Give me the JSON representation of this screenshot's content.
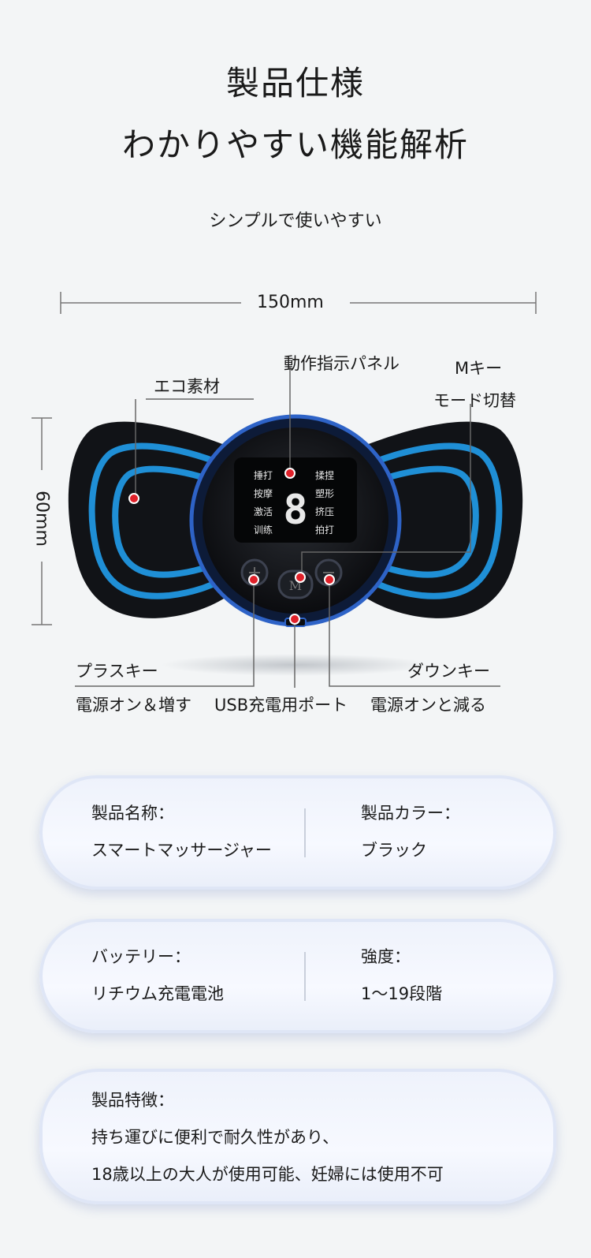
{
  "header": {
    "title_line1": "製品仕様",
    "title_line2": "わかりやすい機能解析",
    "subtitle": "シンプルで使いやすい"
  },
  "dimensions": {
    "width": "150mm",
    "height": "60mm"
  },
  "callouts": {
    "eco_material": "エコ素材",
    "panel": "動作指示パネル",
    "m_key": "Mキー",
    "mode_switch": "モード切替",
    "plus_key": "プラスキー",
    "plus_desc": "電源オン＆増す",
    "usb": "USB充電用ポート",
    "down_key": "ダウンキー",
    "down_desc": "電源オンと減る"
  },
  "display": {
    "left_modes": [
      "捶打",
      "按摩",
      "激活",
      "训练"
    ],
    "right_modes": [
      "揉捏",
      "塑形",
      "挤压",
      "拍打"
    ],
    "digit": "8",
    "m_button": "M"
  },
  "specs": [
    {
      "left": {
        "label": "製品名称：",
        "value": "スマートマッサージャー"
      },
      "right": {
        "label": "製品カラー：",
        "value": "ブラック"
      }
    },
    {
      "left": {
        "label": "バッテリー：",
        "value": "リチウム充電電池"
      },
      "right": {
        "label": "強度：",
        "value": "1～19段階"
      }
    }
  ],
  "features": {
    "label": "製品特徴：",
    "line1": "持ち運びに便利で耐久性があり、",
    "line2": "18歳以上の大人が使用可能、妊婦には使用不可"
  },
  "colors": {
    "accent_red": "#e0212a",
    "device_blue": "#1f8fd6",
    "device_body": "#15171b"
  }
}
